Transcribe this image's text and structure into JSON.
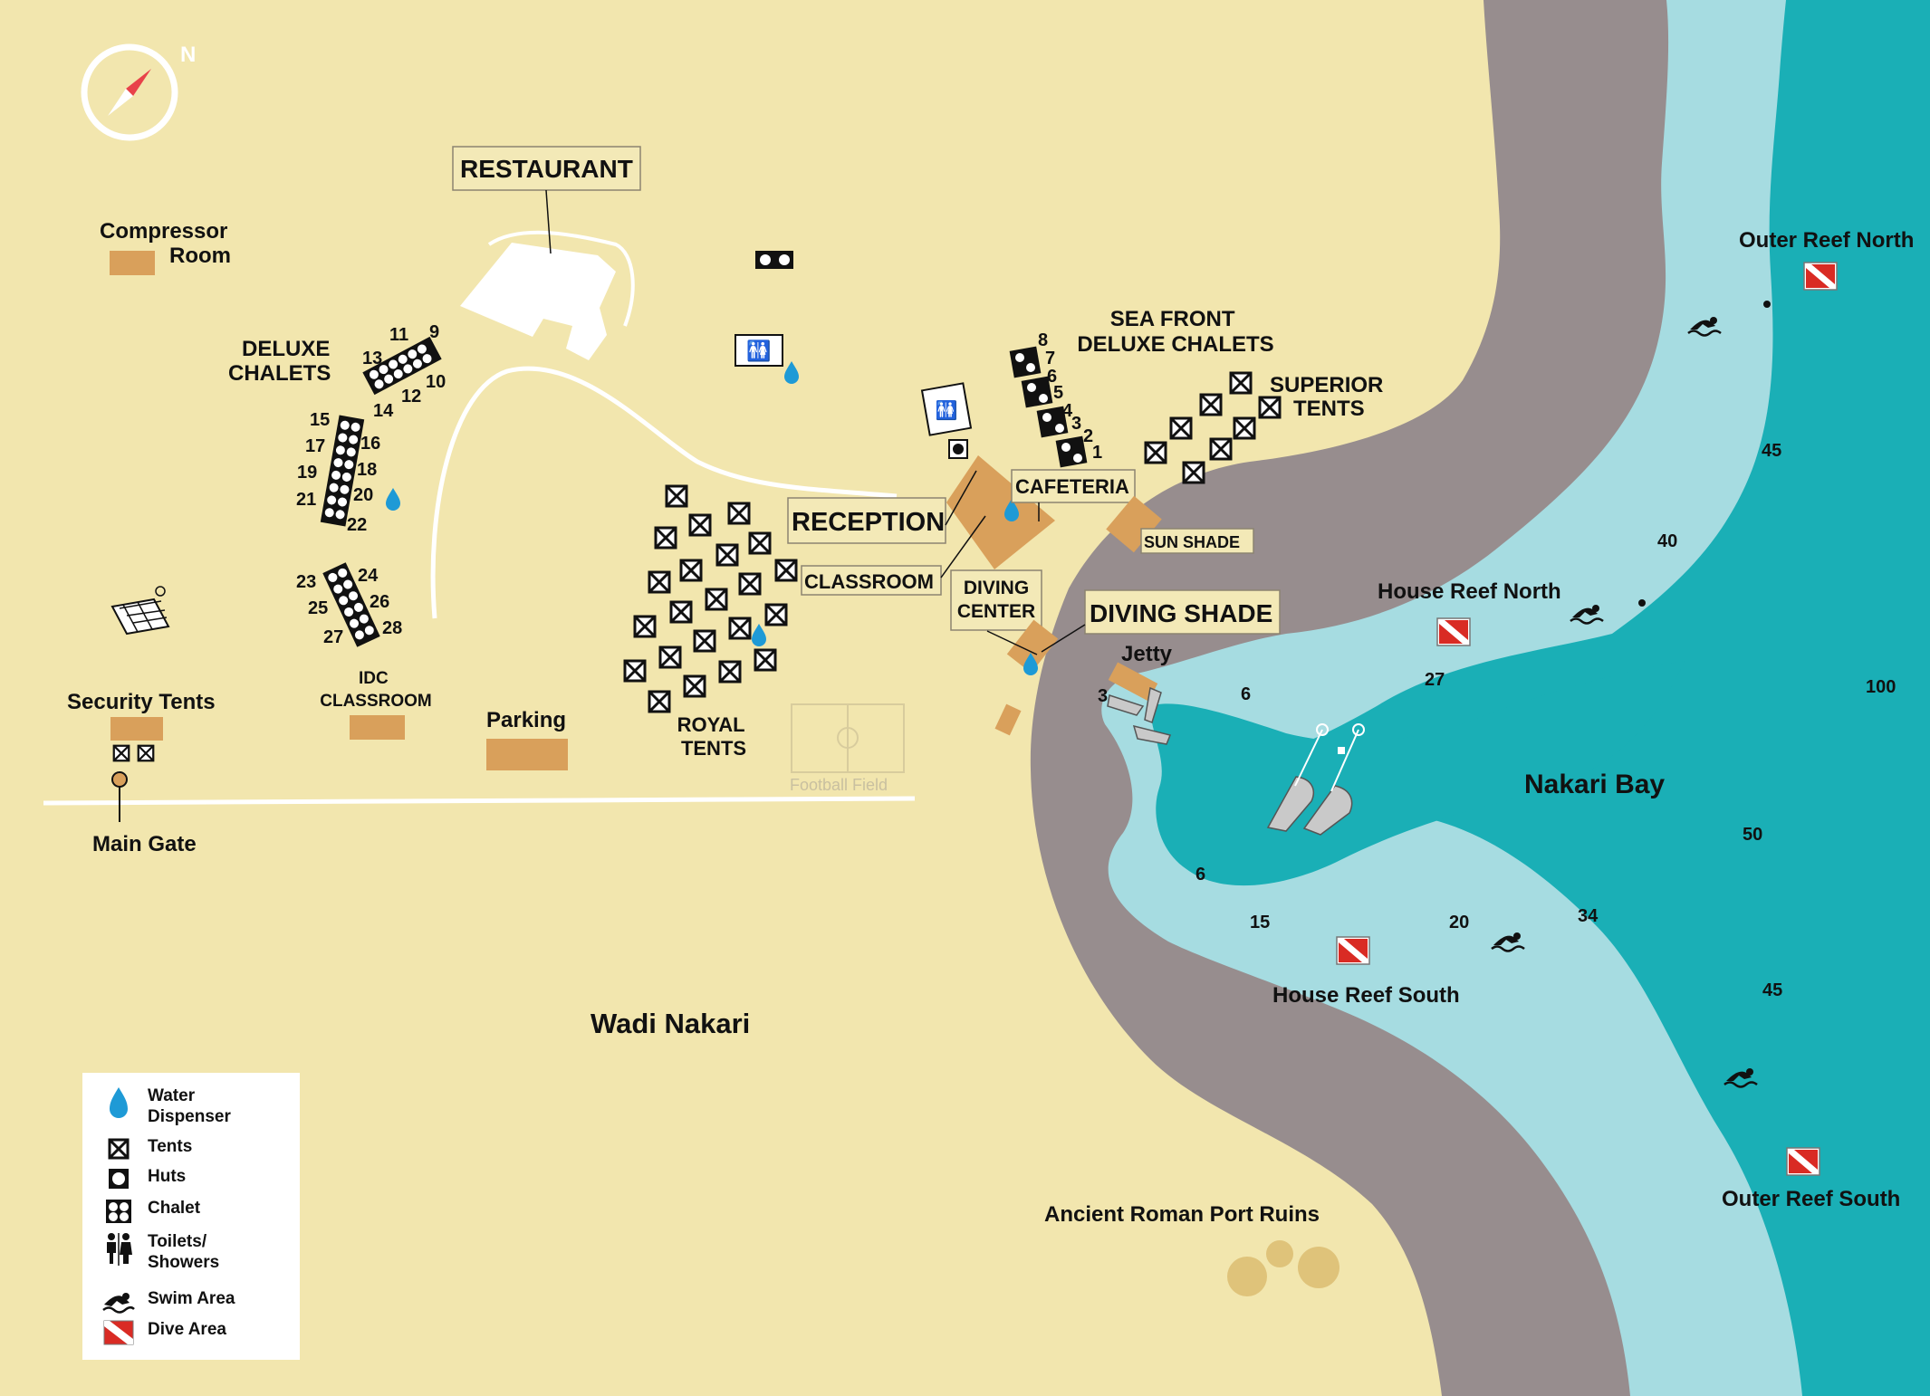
{
  "map_title": "Wadi Nakari",
  "compass": {
    "north_label": "N"
  },
  "labels": {
    "restaurant": "RESTAURANT",
    "compressor_room": [
      "Compressor",
      "Room"
    ],
    "deluxe_chalets": [
      "DELUXE",
      "CHALETS"
    ],
    "sea_front_deluxe_chalets": [
      "SEA FRONT",
      "DELUXE CHALETS"
    ],
    "superior_tents": [
      "SUPERIOR",
      "TENTS"
    ],
    "reception": "RECEPTION",
    "cafeteria": "CAFETERIA",
    "classroom": "CLASSROOM",
    "sun_shade": "SUN SHADE",
    "diving_center": [
      "DIVING",
      "CENTER"
    ],
    "diving_shade": "DIVING SHADE",
    "jetty": "Jetty",
    "royal_tents": [
      "ROYAL",
      "TENTS"
    ],
    "football_field": "Football Field",
    "idc_classroom": [
      "IDC",
      "CLASSROOM"
    ],
    "parking": "Parking",
    "security_tents": "Security Tents",
    "main_gate": "Main Gate",
    "wadi_nakari": "Wadi Nakari",
    "nakari_bay": "Nakari Bay",
    "ancient_roman_port_ruins": "Ancient Roman Port Ruins",
    "outer_reef_north": "Outer Reef North",
    "outer_reef_south": "Outer Reef South",
    "house_reef_north": "House Reef North",
    "house_reef_south": "House Reef South"
  },
  "chalet_numbers": [
    "1",
    "2",
    "3",
    "4",
    "5",
    "6",
    "7",
    "8",
    "9",
    "10",
    "11",
    "12",
    "13",
    "14",
    "15",
    "16",
    "17",
    "18",
    "19",
    "20",
    "21",
    "22",
    "23",
    "24",
    "25",
    "26",
    "27",
    "28"
  ],
  "depths": [
    "6",
    "27",
    "40",
    "45",
    "100",
    "50",
    "6",
    "15",
    "20",
    "34",
    "45",
    "3"
  ],
  "legend": [
    {
      "icon": "water-drop-icon",
      "label": "Water\nDispenser"
    },
    {
      "icon": "tent-icon",
      "label": "Tents"
    },
    {
      "icon": "hut-icon",
      "label": "Huts"
    },
    {
      "icon": "chalet-icon",
      "label": "Chalet"
    },
    {
      "icon": "toilets-icon",
      "label": "Toilets/\nShowers"
    },
    {
      "icon": "swimmer-icon",
      "label": "Swim Area"
    },
    {
      "icon": "dive-flag-icon",
      "label": "Dive Area"
    }
  ],
  "colors": {
    "land": "#f2e6ae",
    "reef_flat": "#978d8e",
    "shallow_water": "#a6dce1",
    "deep_water": "#1aafb6",
    "building": "#d9a05b",
    "water_drop": "#1e9ad6",
    "dive_flag": "#d92b24",
    "compass_needle": "#e8424a"
  }
}
